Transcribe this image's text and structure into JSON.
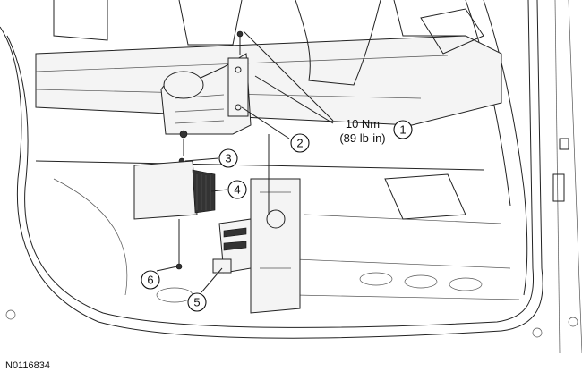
{
  "figure_id": "N0116834",
  "torque_spec": {
    "line1": "10 Nm",
    "line2": "(89 lb-in)"
  },
  "callouts": [
    "1",
    "2",
    "3",
    "4",
    "5",
    "6"
  ]
}
